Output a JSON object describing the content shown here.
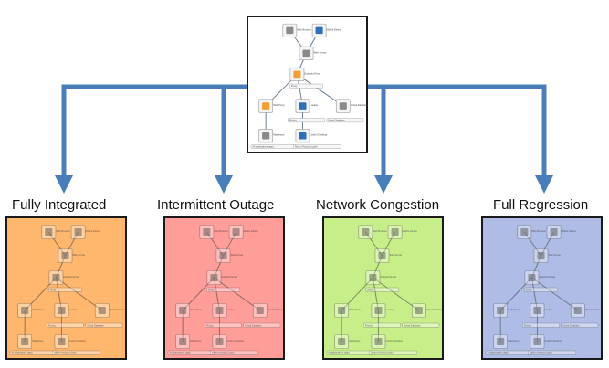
{
  "source_diagram": {
    "nodes": {
      "web_browser": "Web Browser",
      "mobile_device": "Mobile Device",
      "web_server": "Web Server",
      "endpoint_email": "Endpoint Email",
      "web_proxy": "Web Proxy",
      "endpoint_lookup": "Lookup",
      "mainframe": "Mainframe",
      "credit_checking": "Credit Checking",
      "virtual_database": "Virtual Database"
    },
    "labels": {
      "proxy": "Proxy",
      "pricing": "Pricing",
      "virtual_database": "Virtual Database",
      "all_applications": "All applications (app)",
      "return_product": "Return Product (code)"
    }
  },
  "environments": [
    {
      "name": "Fully Integrated",
      "color": "#FFB76E"
    },
    {
      "name": "Intermittent Outage",
      "color": "#FF9D98"
    },
    {
      "name": "Network Congestion",
      "color": "#C8EE8A"
    },
    {
      "name": "Full Regression",
      "color": "#AFBDE6"
    }
  ],
  "colors": {
    "arrow": "#4A7EBB",
    "panel_border": "#1a1a1a",
    "node_orange": "#F0A030",
    "node_blue": "#2F6FB8"
  }
}
